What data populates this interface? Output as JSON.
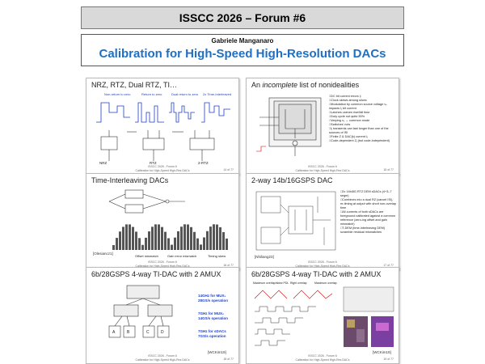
{
  "header": {
    "banner": "ISSCC 2026 – Forum #6",
    "author": "Gabriele Manganaro",
    "title": "Calibration for High-Speed High-Resolution DACs"
  },
  "slides": [
    {
      "title": "NRZ, RTZ, Dual RTZ, TI…",
      "labels": [
        "Non-return to zero",
        "Return to zero",
        "Dual return to zero",
        "2x Time-Interleaved"
      ],
      "sublabels": [
        "NRZ",
        "RTZ",
        "2-RTZ"
      ],
      "footer": [
        "ISSCC 2026 - Forum 6",
        "Calibration for High-Speed High-Res DACs"
      ],
      "page": "14 of 77"
    },
    {
      "title_prefix": "An",
      "title_emph": "incomplete",
      "title_suffix": "list of nonidealities",
      "bullets": [
        "DC bit current errors Iⱼ",
        "Clock skews among slices",
        "Modulation by common source voltage vₛ impacts Iⱼ bit current",
        "Latches uneven rise/fall time",
        "Duty cycle not quite 50%",
        "Varying vₛ → common mode",
        "Switches' ncts",
        "Iⱼ transients can last longer than one of the sources of ISI",
        "Finite Z & DAC(k) current Iⱼ",
        "Code-dependent Zⱼ (but code-independent)"
      ],
      "footer": [
        "ISSCC 2026 - Forum 6",
        "Calibration for High-Speed High-Res DACs"
      ],
      "page": "15 of 77"
    },
    {
      "title": "Time-Interleaving DACs",
      "labels": [
        "Offset mismatch",
        "Gain error mismatch",
        "Timing skew"
      ],
      "cite": "[Olesiancz1]",
      "footer": [
        "ISSCC 2026 - Forum 6",
        "Calibration for High-Speed High-Res DACs"
      ],
      "page": "16 of 77"
    },
    {
      "title": "2-way 14b/16GSPS DAC",
      "bullets": [
        "2x 14b/8G RTZ DEM sDACs (4+3–7 segm)",
        "Combines into a dual RZ (cancel ISI), re-timing at output with short non-overlap time",
        "All currents of both sDACs are foreground calibrated against a common reference (zero-ing offset and gain mismatch)",
        "T-DEM (time-interleaving DEM) scramble residual mismatches"
      ],
      "cite": "[Nhiliang23]",
      "footer": [
        "ISSCC 2026 - Forum 6",
        "Calibration for High-Speed High-Res DACs"
      ],
      "page": "17 of 77"
    },
    {
      "title": "6b/28GSPS 4-way TI-DAC with 2 AMUX",
      "notes": [
        "14GHz for MUX₁ 28GS/s operation",
        "7GHz for MUX₂ 14GS/s operation",
        "7GHz for sDACs 7GS/s operation"
      ],
      "cite": "[WCKim19]",
      "footer": [
        "ISSCC 2026 - Forum 6",
        "Calibration for High-Speed High-Res DACs"
      ],
      "page": "18 of 77"
    },
    {
      "title": "6b/28GSPS 4-way TI-DAC with 2 AMUX",
      "labels": [
        "Maximum overlap/skew PDL",
        "Right overlap",
        "Maximum overlap"
      ],
      "cite": "[WCKim19]",
      "footer": [
        "ISSCC 2026 - Forum 6",
        "Calibration for High-Speed High-Res DACs"
      ],
      "page": "19 of 77"
    }
  ],
  "colors": {
    "title_blue": "#1f6fc5",
    "note_blue": "#1f3fbf",
    "banner_gray": "#d9d9d9"
  }
}
